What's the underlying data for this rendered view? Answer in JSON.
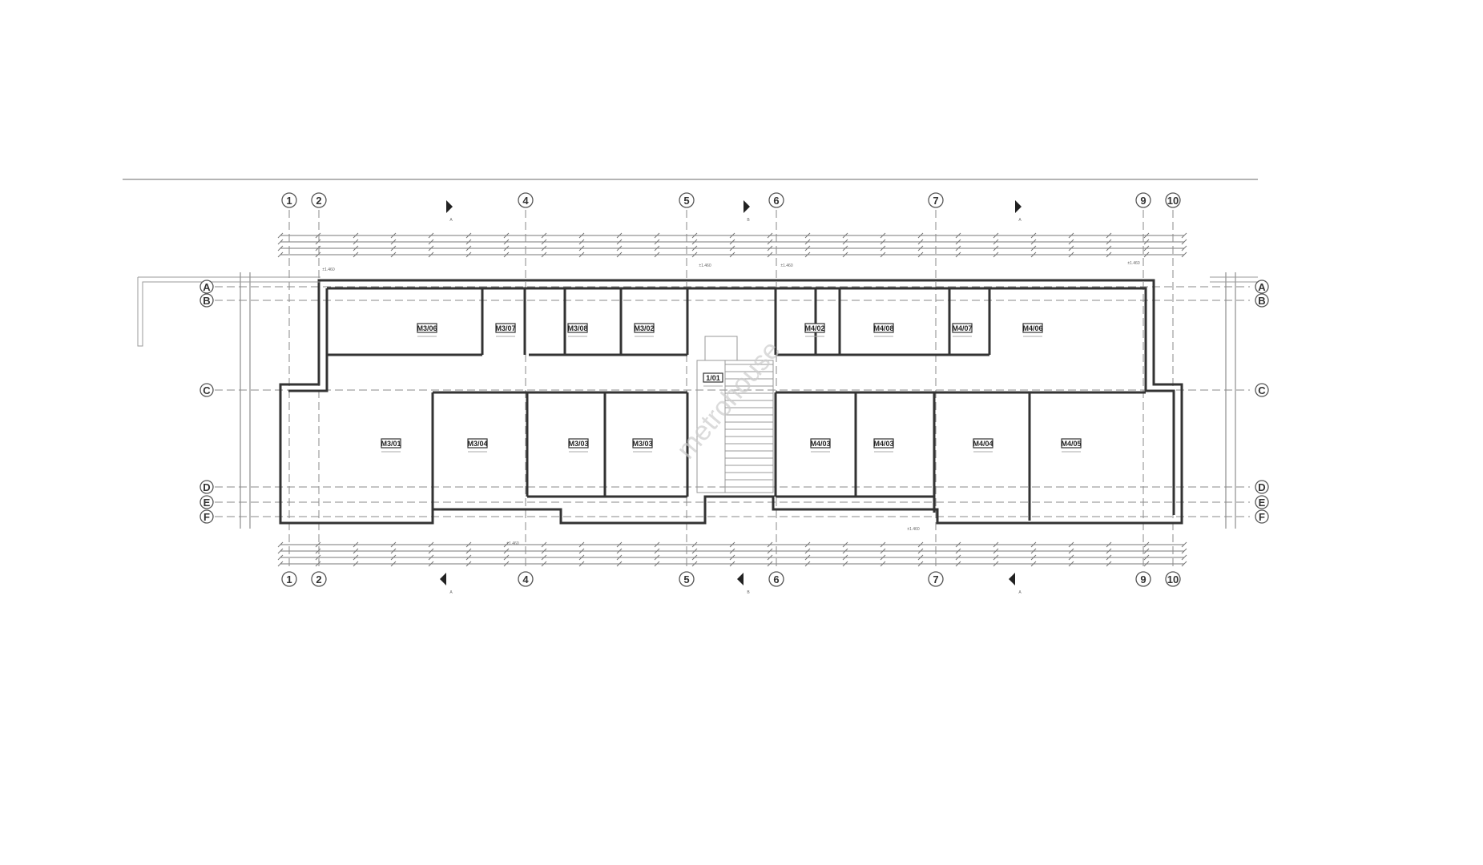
{
  "plan": {
    "column_axes": [
      "1",
      "2",
      "4",
      "5",
      "6",
      "7",
      "9",
      "10"
    ],
    "row_axes": [
      "A",
      "B",
      "C",
      "D",
      "E",
      "F"
    ],
    "section_marks": [
      "A",
      "B",
      "A"
    ],
    "elevation_label": "±1.460",
    "watermark": "metrohouse",
    "rooms_top": [
      "M3/06",
      "M3/07",
      "M3/08",
      "M3/02",
      "M4/02",
      "M4/08",
      "M4/07",
      "M4/06"
    ],
    "rooms_bottom": [
      "M3/01",
      "M3/04",
      "M3/03",
      "M3/03",
      "M4/03",
      "M4/03",
      "M4/04",
      "M4/05"
    ],
    "stair_room": "1/01"
  }
}
